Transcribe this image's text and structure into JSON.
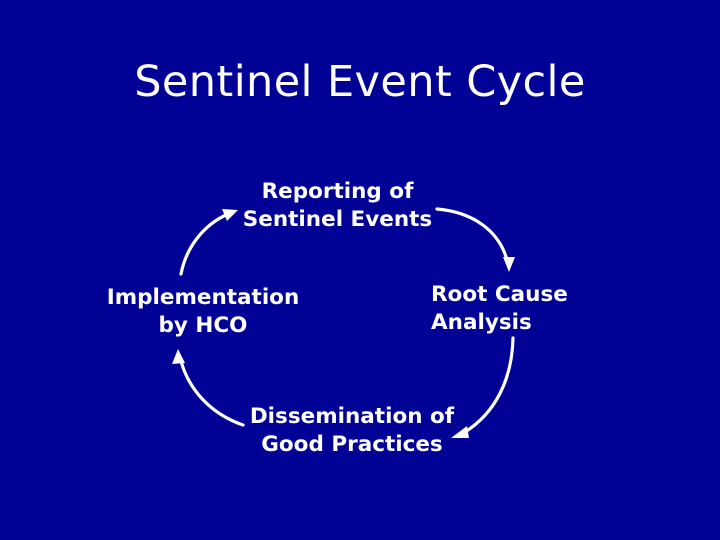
{
  "slide": {
    "title": "Sentinel Event Cycle",
    "background_color": "#010196",
    "text_color": "#FFFFFF",
    "arrow_color": "#FFFFFF"
  },
  "diagram": {
    "type": "cycle",
    "direction": "clockwise",
    "node_count": 4,
    "nodes": [
      {
        "id": "reporting",
        "position": "top",
        "lines": [
          "Reporting of",
          "Sentinel Events"
        ],
        "line1": "Reporting of",
        "line2": "Sentinel Events"
      },
      {
        "id": "root-cause",
        "position": "right",
        "lines": [
          "Root Cause",
          "Analysis"
        ],
        "line1": "Root Cause",
        "line2": "Analysis"
      },
      {
        "id": "dissemination",
        "position": "bottom",
        "lines": [
          "Dissemination of",
          "Good Practices"
        ],
        "line1": "Dissemination of",
        "line2": "Good Practices"
      },
      {
        "id": "implementation",
        "position": "left",
        "lines": [
          "Implementation",
          "by HCO"
        ],
        "line1": "Implementation",
        "line2": "by HCO"
      }
    ],
    "arrows": [
      {
        "id": "implementation-to-reporting",
        "from": "implementation",
        "to": "reporting",
        "quadrant": "upper-left"
      },
      {
        "id": "reporting-to-root-cause",
        "from": "reporting",
        "to": "root-cause",
        "quadrant": "upper-right"
      },
      {
        "id": "root-cause-to-dissemination",
        "from": "root-cause",
        "to": "dissemination",
        "quadrant": "lower-right"
      },
      {
        "id": "dissemination-to-implementation",
        "from": "dissemination",
        "to": "implementation",
        "quadrant": "lower-left"
      }
    ]
  }
}
